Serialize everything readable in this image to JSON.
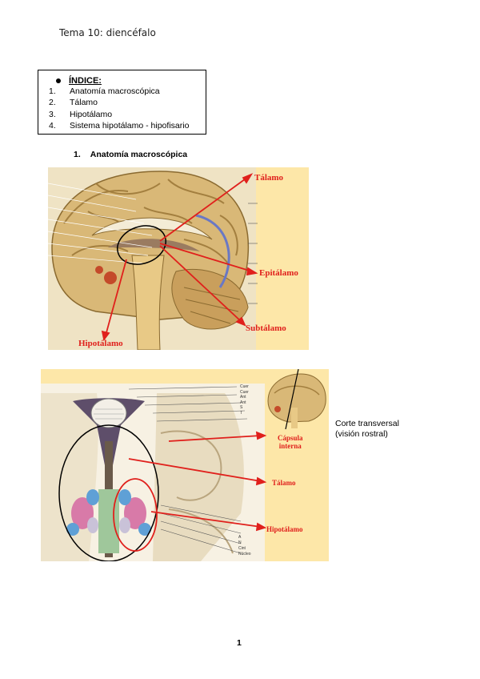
{
  "header": {
    "title": "Tema 10: diencéfalo"
  },
  "index": {
    "heading": "ÍNDICE:",
    "items": [
      {
        "num": "1.",
        "text": "Anatomía macroscópica"
      },
      {
        "num": "2.",
        "text": "Tálamo"
      },
      {
        "num": "3.",
        "text": "Hipotálamo"
      },
      {
        "num": "4.",
        "text": "Sistema hipotálamo - hipofisario"
      }
    ]
  },
  "section": {
    "num": "1.",
    "title": "Anatomía macroscópica"
  },
  "figure1": {
    "labels": {
      "talamo": "Tálamo",
      "epitalamo": "Epitálamo",
      "subtalamo": "Subtálamo",
      "hipotalamo": "Hipotálamo"
    }
  },
  "figure2": {
    "labels": {
      "capsula_line1": "Cápsula",
      "capsula_line2": "interna",
      "talamo": "Tálamo",
      "hipotalamo": "Hipotálamo"
    },
    "side_labels": [
      "Cuer",
      "Cuer",
      "Ant",
      "Ant",
      "S",
      "T",
      "A",
      "N",
      "Cint",
      "Núcleo"
    ]
  },
  "caption": {
    "line1": "Corte transversal",
    "line2": "(visión rostral)"
  },
  "page_number": "1",
  "colors": {
    "accent_red": "#e0201c",
    "panel_yellow": "#fde7a8",
    "brain_tan": "#d9b877"
  }
}
